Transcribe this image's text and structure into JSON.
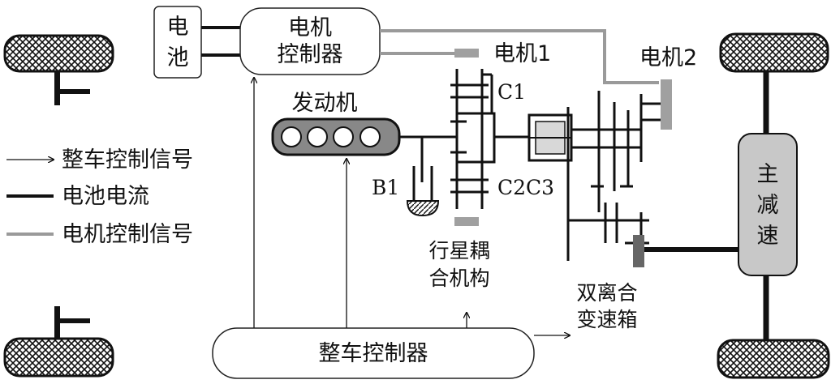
{
  "battery": {
    "line1": "电",
    "line2": "池"
  },
  "motor_controller": {
    "line1": "电机",
    "line2": "控制器"
  },
  "engine": {
    "label": "发动机"
  },
  "motor1": {
    "label": "电机1"
  },
  "motor2": {
    "label": "电机2"
  },
  "clutch_c1": {
    "label": "C1"
  },
  "clutch_c2c3": {
    "label": "C2C3"
  },
  "brake_b1": {
    "label": "B1"
  },
  "planetary": {
    "line1": "行星耦",
    "line2": "合机构"
  },
  "dct": {
    "line1": "双离合",
    "line2": "变速箱"
  },
  "final_drive": {
    "line1": "主",
    "line2": "减",
    "line3": "速"
  },
  "vcu": {
    "label": "整车控制器"
  },
  "legend": {
    "items": [
      {
        "label": "整车控制信号",
        "style": "arrow"
      },
      {
        "label": "电池电流",
        "style": "thick-black"
      },
      {
        "label": "电机控制信号",
        "style": "gray"
      }
    ]
  },
  "colors": {
    "line": "#111111",
    "signal_gray": "#9a9a9a",
    "box_fill": "#ffffff",
    "final_drive_fill": "#c8c8c8",
    "motor_gray": "#a0a0a0",
    "actuator_dark": "#666666"
  }
}
